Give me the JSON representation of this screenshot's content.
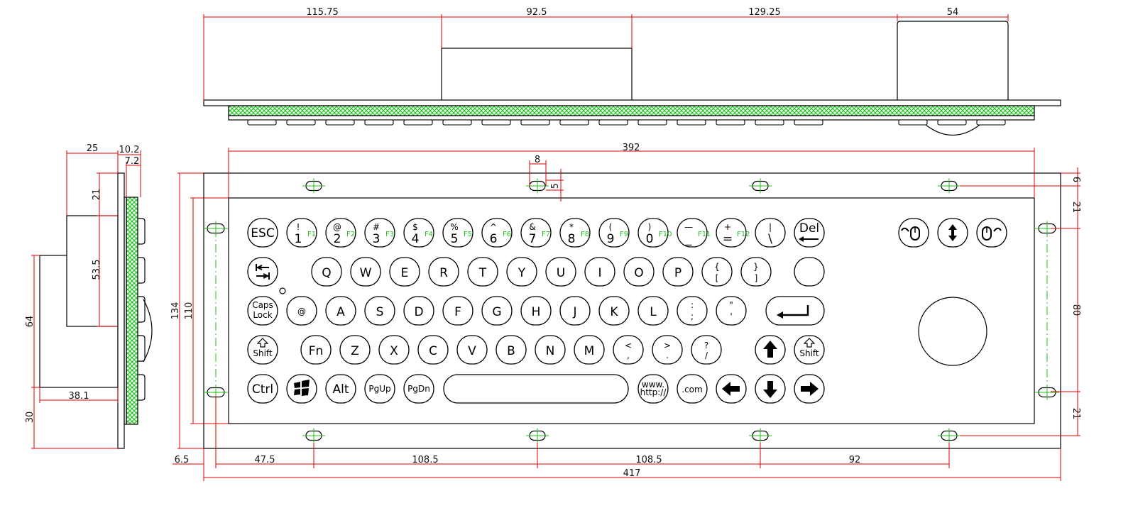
{
  "top_dims": [
    "115.75",
    "92.5",
    "129.25",
    "54"
  ],
  "side_dims": {
    "d25": "25",
    "d10_2": "10.2",
    "d7_2": "7.2",
    "d21": "21",
    "d53_5": "53.5",
    "d64": "64",
    "d38_1": "38.1",
    "d30": "30"
  },
  "front_dims": {
    "d392": "392",
    "d8": "8",
    "d5": "5",
    "d134": "134",
    "d110": "110",
    "d6": "6",
    "d21a": "21",
    "d80": "80",
    "d21b": "21",
    "d6_5": "6.5",
    "d47_5": "47.5",
    "d108_5a": "108.5",
    "d108_5b": "108.5",
    "d92": "92",
    "d417": "417"
  },
  "keys": {
    "row1": [
      {
        "m": "ESC"
      },
      {
        "t": "!",
        "b": "1",
        "f": "F1"
      },
      {
        "t": "@",
        "b": "2",
        "f": "F2"
      },
      {
        "t": "#",
        "b": "3",
        "f": "F3"
      },
      {
        "t": "$",
        "b": "4",
        "f": "F4"
      },
      {
        "t": "%",
        "b": "5",
        "f": "F5"
      },
      {
        "t": "^",
        "b": "6",
        "f": "F6"
      },
      {
        "t": "&",
        "b": "7",
        "f": "F7"
      },
      {
        "t": "*",
        "b": "8",
        "f": "F8"
      },
      {
        "t": "(",
        "b": "9",
        "f": "F9"
      },
      {
        "t": ")",
        "b": "0",
        "f": "F10"
      },
      {
        "t": "—",
        "b": "_",
        "f": "F11"
      },
      {
        "t": "+",
        "b": "=",
        "f": "F12"
      },
      {
        "t": "|",
        "b": "\\"
      },
      {
        "t": "Del",
        "arrow": "backspace"
      }
    ],
    "row2": [
      "Q",
      "W",
      "E",
      "R",
      "T",
      "Y",
      "U",
      "I",
      "O",
      "P",
      "{|[",
      "}|]",
      ""
    ],
    "row3": [
      "A",
      "S",
      "D",
      "F",
      "G",
      "H",
      "J",
      "K",
      "L",
      ":|;",
      "\"|'"
    ],
    "row3_small": {
      "caps_top": "Caps",
      "caps_bot": "Lock",
      "at": "@"
    },
    "row4": [
      "Z",
      "X",
      "C",
      "V",
      "B",
      "N",
      "M",
      "<|,",
      ">|.",
      "?|/"
    ],
    "row4_small": {
      "shift": "Shift",
      "fn": "Fn"
    },
    "row5": {
      "ctrl": "Ctrl",
      "alt": "Alt",
      "pgup": "PgUp",
      "pgdn": "PgDn",
      "www_top": "www.",
      "www_bot": "http://",
      "com": ".com"
    }
  }
}
